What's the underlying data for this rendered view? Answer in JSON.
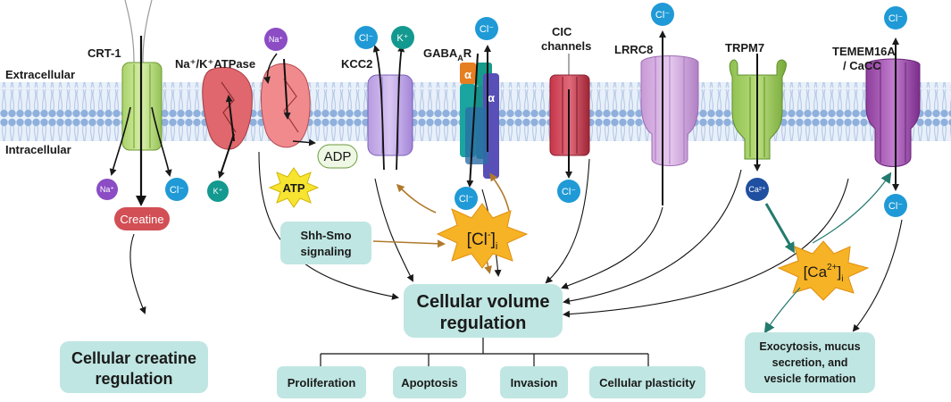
{
  "membrane": {
    "extracellular": "Extracellular",
    "intracellular": "Intracellular"
  },
  "channels": {
    "crt1": "CRT-1",
    "nak_atpase": "Na⁺/K⁺ATPase",
    "kcc2": "KCC2",
    "gabaar": "GABAAR",
    "clc_line1": "CIC",
    "clc_line2": "channels",
    "lrrc8": "LRRC8",
    "trpm7": "TRPM7",
    "tmem_line1": "TEMEM16A",
    "tmem_line2": "/ CaCC"
  },
  "ions": {
    "na": "Na⁺",
    "k": "K⁺",
    "cl": "Cl⁻",
    "ca": "Ca²⁺",
    "alpha": "α"
  },
  "molecules": {
    "creatine": "Creatine",
    "atp": "ATP",
    "adp": "ADP"
  },
  "stars": {
    "cl_i": "[Cl⁻]ᵢ",
    "ca_i": "[Ca²⁺]ᵢ"
  },
  "boxes": {
    "shh_line1": "Shh-Smo",
    "shh_line2": "signaling",
    "cvr_line1": "Cellular volume",
    "cvr_line2": "regulation",
    "ccr_line1": "Cellular creatine",
    "ccr_line2": "regulation",
    "proliferation": "Proliferation",
    "apoptosis": "Apoptosis",
    "invasion": "Invasion",
    "plasticity": "Cellular plasticity",
    "exo_line1": "Exocytosis, mucus",
    "exo_line2": "secretion, and",
    "exo_line3": "vesicle formation"
  },
  "colors": {
    "membrane_head": "#8fb0dc",
    "box_fill": "#bfe6e2",
    "star_fill": "#f6b325",
    "ion_cl": "#1f9ad6",
    "ion_k": "#13998f",
    "ion_na": "#8b4cc4",
    "creatine": "#d24f55"
  }
}
